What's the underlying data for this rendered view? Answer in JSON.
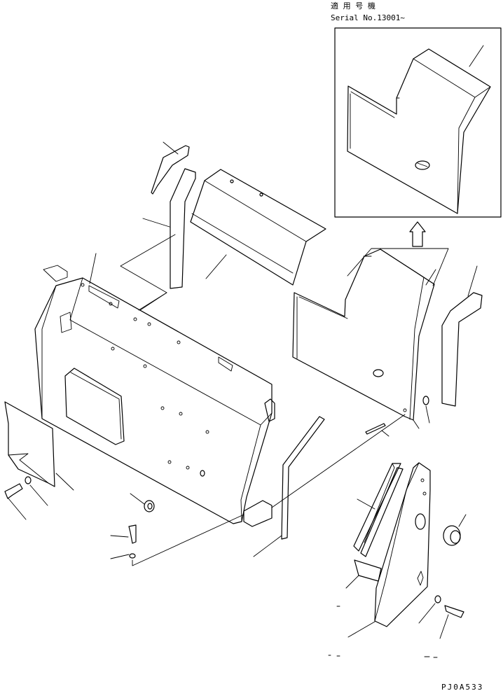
{
  "inset": {
    "applicability_label": "適 用 号 機",
    "serial_label": "Serial No.13001~"
  },
  "drawing_code": "PJ0A533"
}
